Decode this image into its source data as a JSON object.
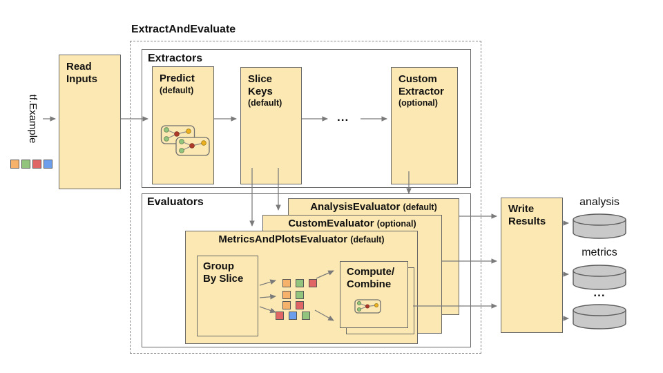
{
  "title": "ExtractAndEvaluate",
  "input": {
    "label": "tf.Example"
  },
  "read_inputs": {
    "label": "Read\nInputs"
  },
  "extractors": {
    "label": "Extractors",
    "predict": {
      "name": "Predict",
      "qualifier": "(default)"
    },
    "slice_keys": {
      "name": "Slice\nKeys",
      "qualifier": "(default)"
    },
    "ellipsis": "...",
    "custom": {
      "name": "Custom\nExtractor",
      "qualifier": "(optional)"
    }
  },
  "evaluators": {
    "label": "Evaluators",
    "analysis_card": {
      "name": "AnalysisEvaluator",
      "qualifier": "(default)"
    },
    "custom_card": {
      "name": "CustomEvaluator",
      "qualifier": "(optional)"
    },
    "metrics_card": {
      "name": "MetricsAndPlotsEvaluator",
      "qualifier": "(default)"
    },
    "group_by_slice": {
      "label": "Group\nBy Slice"
    },
    "compute_combine": {
      "label": "Compute/\nCombine"
    }
  },
  "write_results": {
    "label": "Write\nResults"
  },
  "outputs": [
    {
      "label": "analysis"
    },
    {
      "label": "metrics"
    },
    {
      "label": "..."
    }
  ],
  "input_squares": [
    "orange",
    "green",
    "red",
    "blue"
  ],
  "slice_rows": [
    [
      "orange",
      "green",
      "red"
    ],
    [
      "orange",
      "green"
    ],
    [
      "orange",
      "red"
    ],
    [
      "red",
      "blue",
      "green"
    ]
  ],
  "colors": {
    "box_fill": "#FCE8B2",
    "box_border": "#666666",
    "square_orange": "#F6B26B",
    "square_green": "#93C47D",
    "square_red": "#E06666",
    "square_blue": "#6D9EEB",
    "node_green": "#93C47D",
    "node_red": "#B03A2A",
    "node_yellow": "#EDB120",
    "cylinder_fill": "#C9C9C9",
    "arrow": "#7A7A7A"
  }
}
